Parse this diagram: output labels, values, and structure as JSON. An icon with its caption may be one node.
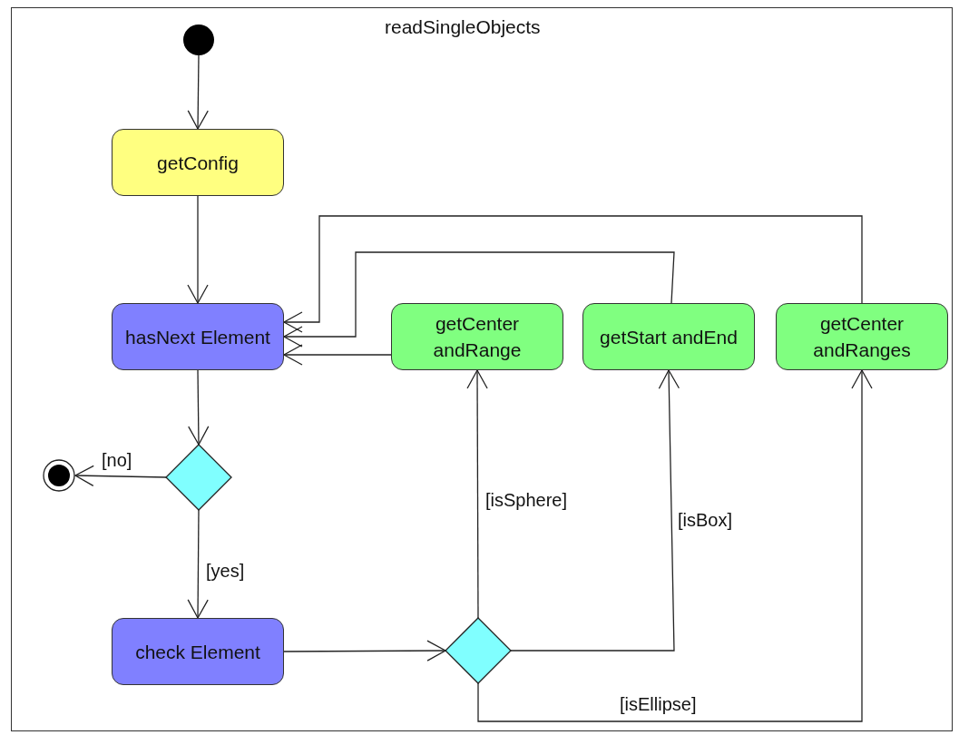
{
  "diagram": {
    "title": "readSingleObjects",
    "nodes": [
      {
        "text": [],
        "shape": "circle"
      },
      {
        "text": [
          "getConfig"
        ]
      },
      {
        "text": [
          "hasNext Element"
        ]
      },
      {
        "text": [
          "getCenter andRange"
        ]
      },
      {
        "text": [
          "getStart andEnd"
        ]
      },
      {
        "text": [
          "getCenter andRanges"
        ]
      },
      {
        "text": [],
        "shape": "diamond"
      },
      {
        "text": [],
        "shape": "circle"
      },
      {
        "text": [
          "check Element"
        ]
      },
      {
        "text": [],
        "shape": "diamond"
      }
    ],
    "edges": [
      {
        "from": 0,
        "to": 1,
        "arrow": "to"
      },
      {
        "from": 1,
        "to": 2,
        "arrow": "to"
      },
      {
        "from": 3,
        "to": 2,
        "arrow": "to"
      },
      {
        "from": 4,
        "to": 2,
        "arrow": "to"
      },
      {
        "from": 5,
        "to": 2,
        "arrow": "to"
      },
      {
        "from": 2,
        "to": 6,
        "arrow": "to"
      },
      {
        "from": 6,
        "to": 7,
        "arrow": "to",
        "label": "[no]"
      },
      {
        "from": 6,
        "to": 8,
        "arrow": "to",
        "label": "[yes]"
      },
      {
        "from": 8,
        "to": 9,
        "arrow": "to"
      },
      {
        "from": 9,
        "to": 3,
        "arrow": "to",
        "label": "[isSphere]"
      },
      {
        "from": 9,
        "to": 4,
        "arrow": "to",
        "label": "[isBox]"
      },
      {
        "from": 9,
        "to": 5,
        "arrow": "to",
        "label": "[isEllipse]"
      }
    ]
  }
}
